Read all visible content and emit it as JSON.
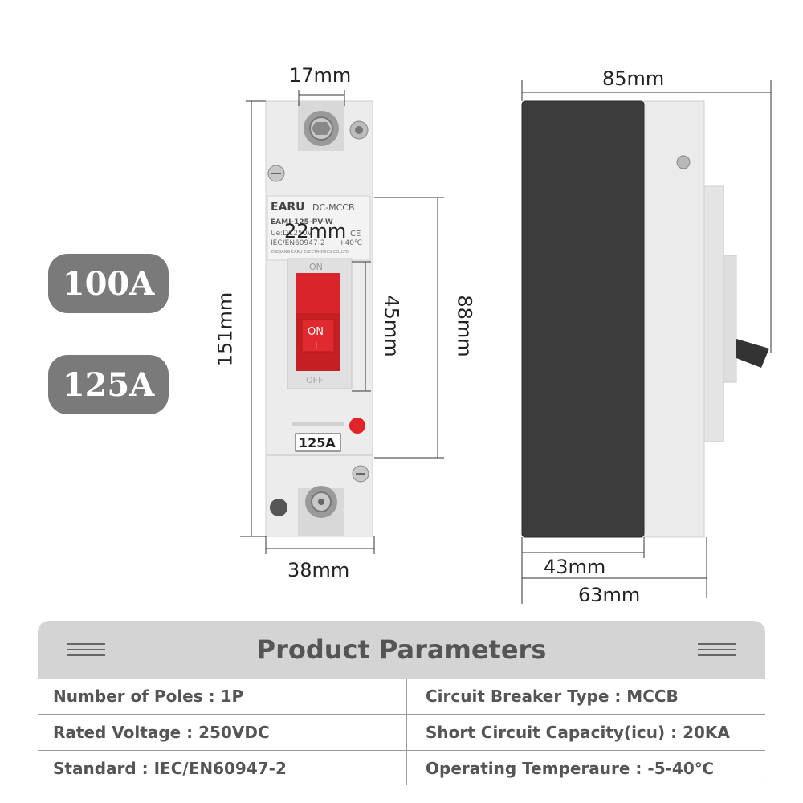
{
  "ratings": [
    "100A",
    "125A"
  ],
  "dimensions": {
    "top_terminal_width": "17mm",
    "total_height": "151mm",
    "window_width": "22mm",
    "handle_travel": "45mm",
    "window_height": "88mm",
    "body_width": "38mm",
    "side_depth_total": "85mm",
    "side_depth_dark": "43mm",
    "side_depth_body": "63mm"
  },
  "breaker_front": {
    "brand": "EARU",
    "type": "DC-MCCB",
    "model": "EAMI-125-PV-W",
    "ue": "Ue:DC250V",
    "standard": "IEC/EN60947-2",
    "temp": "+40℃",
    "maker": "ZHEJIANG EARU ELECTRONICS CO.,LTD",
    "on_top": "ON",
    "on_handle": "ON",
    "handle_mark": "I",
    "off_bottom": "OFF",
    "rating_label": "125A",
    "ce": "CE"
  },
  "params": {
    "title": "Product Parameters",
    "rows": [
      {
        "left": "Number of Poles : 1P",
        "right": "Circuit Breaker Type : MCCB"
      },
      {
        "left": "Rated Voltage : 250VDC",
        "right": "Short Circuit Capacity(icu) : 20KA"
      },
      {
        "left": "Standard : IEC/EN60947-2",
        "right": "Operating Temperaure : -5-40℃"
      }
    ]
  },
  "colors": {
    "badge": "#7a7a7a",
    "handle_red": "#d8242a",
    "dark_side": "#3c3c3c",
    "body_grey": "#ebebeb",
    "panel_bg": "#d4d4d4"
  }
}
